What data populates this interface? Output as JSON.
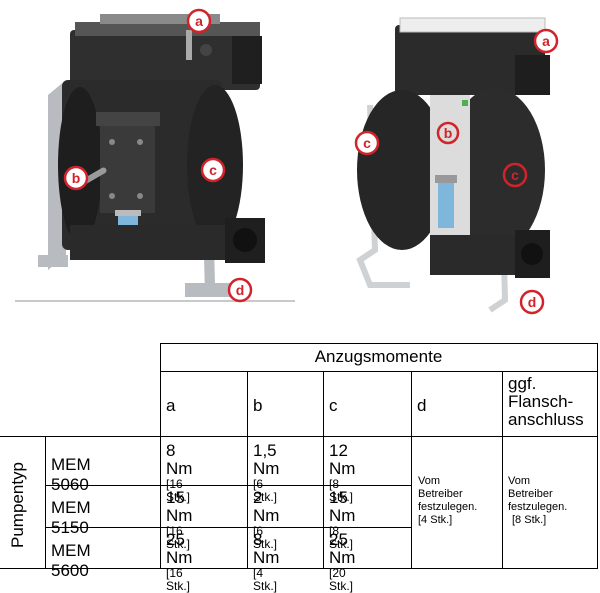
{
  "figures": {
    "left": {
      "callouts": [
        "a",
        "b",
        "c",
        "d"
      ]
    },
    "right": {
      "callouts": [
        "a",
        "b",
        "c",
        "c",
        "d"
      ]
    }
  },
  "table": {
    "group_header": "Anzugsmomente",
    "row_group_label": "Pumpentyp",
    "columns": [
      "a",
      "b",
      "c",
      "d",
      "ggf. Flansch-anschluss"
    ],
    "flange_header_lines": [
      "ggf.",
      "Flansch-",
      "anschluss"
    ],
    "rows": [
      {
        "model": "MEM 5060",
        "a": "8 Nm",
        "a_qty": "[16 Stk.]",
        "b": "1,5 Nm",
        "b_qty": "[6 Stk.]",
        "c": "12 Nm",
        "c_qty": "[8 Stk.]"
      },
      {
        "model": "MEM 5150",
        "a": "15 Nm",
        "a_qty": "[16 Stk.]",
        "b": "2 Nm",
        "b_qty": "[6 Stk.]",
        "c": "15 Nm",
        "c_qty": "[8 Stk.]"
      },
      {
        "model": "MEM 5600",
        "a": "25 Nm",
        "a_qty": "[16 Stk.]",
        "b": "8 Nm",
        "b_qty": "[4 Stk.]",
        "c": "25 Nm",
        "c_qty": "[20 Stk.]"
      }
    ],
    "d_note_lines": [
      "Vom",
      "Betreiber",
      "festzulegen.",
      "[4 Stk.]"
    ],
    "flange_note_lines": [
      "Vom",
      "Betreiber",
      "festzulegen.",
      "[8 Stk.]"
    ]
  },
  "colors": {
    "callout": "#d2232a",
    "pump_body": "#2b2b2b",
    "frame": "#a9adb1",
    "sight_glass": "#7fb7dc"
  }
}
